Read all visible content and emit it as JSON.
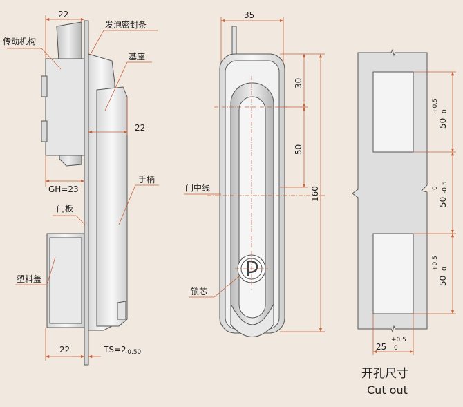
{
  "side_view": {
    "dim_top": "22",
    "dim_mid": "22",
    "dim_bottom": "22",
    "gh": "GH=23",
    "ts": "TS=2",
    "ts_tol": "-0.50",
    "labels": {
      "drive": "传动机构",
      "seal": "发泡密封条",
      "base": "基座",
      "handle": "手柄",
      "door_panel": "门板",
      "plastic_cover": "塑料盖"
    }
  },
  "front_view": {
    "width": "35",
    "d30": "30",
    "d50": "50",
    "d160": "160",
    "center_line": "门中线",
    "lock_core": "锁芯"
  },
  "cutout": {
    "top_value": "50",
    "top_tol_up": "+0.5",
    "top_tol_low": "0",
    "mid_value": "50",
    "mid_tol_up": "0",
    "mid_tol_low": "-0.5",
    "bot_value": "50",
    "bot_tol_up": "+0.5",
    "bot_tol_low": "0",
    "width_value": "25",
    "width_tol_up": "+0.5",
    "width_tol_low": "0",
    "title_cn": "开孔尺寸",
    "title_en": "Cut out"
  },
  "colors": {
    "background": "#f1e9df",
    "dimension_line": "#c8623a",
    "part_fill": "#eeeeee"
  }
}
